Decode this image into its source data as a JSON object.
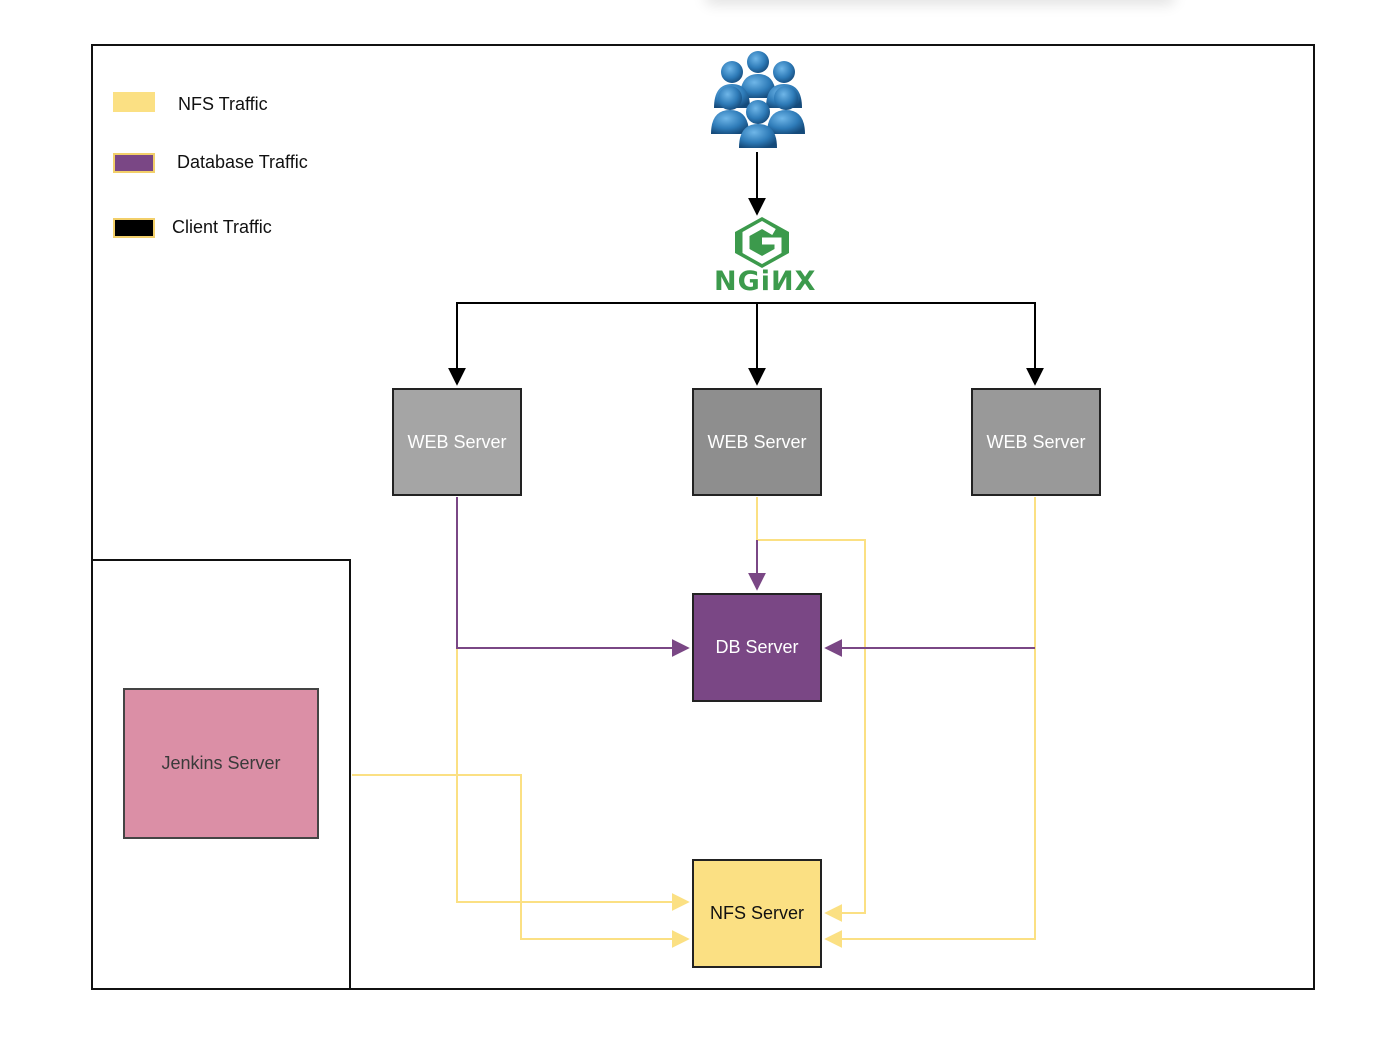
{
  "legend": [
    {
      "label": "NFS Traffic",
      "color": "#fbe083",
      "border": "#fbe083"
    },
    {
      "label": "Database Traffic",
      "color": "#7a4785",
      "border": "#f2cf6a"
    },
    {
      "label": "Client Traffic",
      "color": "#000000",
      "border": "#f2cf6a"
    }
  ],
  "nginx": {
    "label": "NGiИX",
    "color": "#3c9a4c"
  },
  "nodes": {
    "web1": {
      "label": "WEB Server",
      "color": "#a5a5a5"
    },
    "web2": {
      "label": "WEB Server",
      "color": "#8e8e8e"
    },
    "web3": {
      "label": "WEB Server",
      "color": "#999999"
    },
    "db": {
      "label": "DB Server",
      "color": "#7a4785"
    },
    "jenkins": {
      "label": "Jenkins Server",
      "color": "#db8fa6"
    },
    "nfs": {
      "label": "NFS Server",
      "color": "#fbe083"
    }
  },
  "colors": {
    "nfs_line": "#fbe083",
    "db_line": "#7a4785",
    "client_line": "#000000",
    "users": "#2e7bb8"
  }
}
